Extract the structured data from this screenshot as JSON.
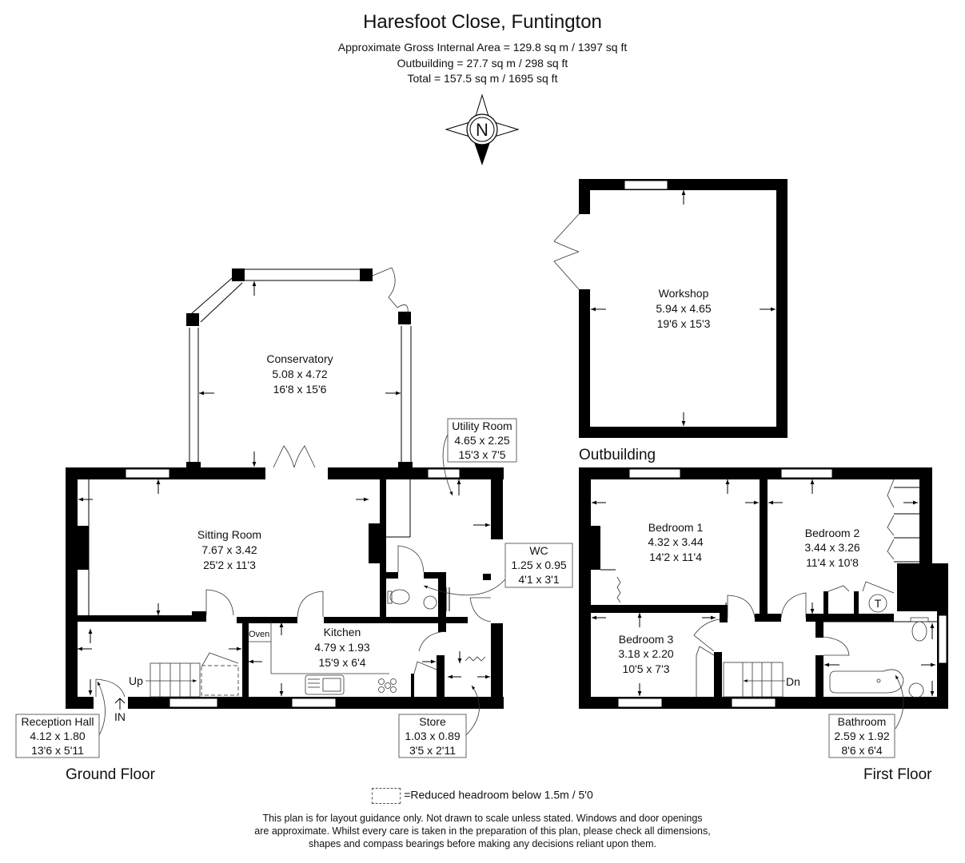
{
  "header": {
    "title": "Haresfoot Close, Funtington",
    "area_lines": [
      "Approximate Gross Internal Area = 129.8 sq m / 1397 sq ft",
      "Outbuilding = 27.7 sq m / 298 sq ft",
      "Total = 157.5 sq m / 1695 sq ft"
    ]
  },
  "compass": {
    "label": "N",
    "icon": "compass-rose-icon"
  },
  "floors": {
    "ground": {
      "label": "Ground Floor",
      "rooms": {
        "conservatory": {
          "name": "Conservatory",
          "metric": "5.08 x 4.72",
          "imperial": "16'8 x 15'6"
        },
        "sitting_room": {
          "name": "Sitting Room",
          "metric": "7.67 x 3.42",
          "imperial": "25'2 x 11'3"
        },
        "utility_room": {
          "name": "Utility Room",
          "metric": "4.65 x 2.25",
          "imperial": "15'3 x 7'5"
        },
        "wc": {
          "name": "WC",
          "metric": "1.25 x 0.95",
          "imperial": "4'1 x 3'1"
        },
        "kitchen": {
          "name": "Kitchen",
          "metric": "4.79 x 1.93",
          "imperial": "15'9 x 6'4"
        },
        "store": {
          "name": "Store",
          "metric": "1.03 x 0.89",
          "imperial": "3'5 x 2'11"
        },
        "reception_hall": {
          "name": "Reception Hall",
          "metric": "4.12 x 1.80",
          "imperial": "13'6 x 5'11"
        }
      },
      "annotations": {
        "oven": "Oven",
        "stairs": "Up",
        "entrance": "IN"
      }
    },
    "outbuilding": {
      "label": "Outbuilding",
      "rooms": {
        "workshop": {
          "name": "Workshop",
          "metric": "5.94 x 4.65",
          "imperial": "19'6 x 15'3"
        }
      }
    },
    "first": {
      "label": "First Floor",
      "rooms": {
        "bedroom_1": {
          "name": "Bedroom 1",
          "metric": "4.32 x 3.44",
          "imperial": "14'2 x 11'4"
        },
        "bedroom_2": {
          "name": "Bedroom 2",
          "metric": "3.44 x 3.26",
          "imperial": "11'4 x 10'8"
        },
        "bedroom_3": {
          "name": "Bedroom 3",
          "metric": "3.18 x 2.20",
          "imperial": "10'5 x 7'3"
        },
        "bathroom": {
          "name": "Bathroom",
          "metric": "2.59 x 1.92",
          "imperial": "8'6 x 6'4"
        }
      },
      "annotations": {
        "stairs": "Dn",
        "tank": "T"
      }
    }
  },
  "legend": {
    "text": "=Reduced headroom below 1.5m / 5'0"
  },
  "disclaimer": {
    "lines": [
      "This plan is for layout guidance only. Not drawn to scale unless stated. Windows and door openings",
      "are approximate. Whilst every care is taken in the preparation of this plan, please check all dimensions,",
      "shapes and compass bearings before making any decisions reliant upon them."
    ]
  }
}
